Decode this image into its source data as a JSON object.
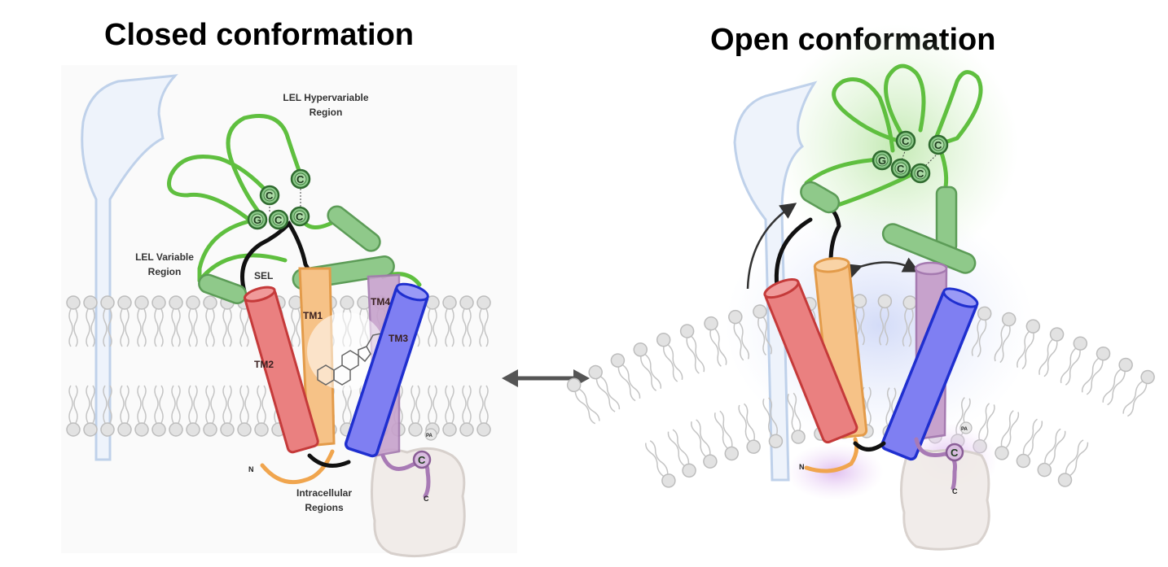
{
  "titles": {
    "closed": "Closed conformation",
    "open": "Open conformation"
  },
  "closed_labels": {
    "lel_hypervariable": [
      "LEL Hypervariable",
      "Region"
    ],
    "lel_variable": [
      "LEL Variable",
      "Region"
    ],
    "sel": "SEL",
    "tm1": "TM1",
    "tm2": "TM2",
    "tm3": "TM3",
    "tm4": "TM4",
    "intracellular": [
      "Intracellular",
      "Regions"
    ],
    "n_terminus": "N",
    "c_terminus": "C",
    "palmitoylation": "PA",
    "cysteine_motif": [
      "C",
      "C",
      "G",
      "C",
      "C"
    ],
    "juxtamembrane_cysteine": "C"
  },
  "open_labels": {
    "n_terminus": "N",
    "c_terminus": "C",
    "palmitoylation": "PA",
    "cysteine_motif": [
      "C",
      "C",
      "G",
      "C",
      "C"
    ],
    "juxtamembrane_cysteine": "C"
  },
  "colors": {
    "tm1": "#f3b36a",
    "tm2": "#e46a6a",
    "tm3": "#6b6cf0",
    "tm4": "#b98bbd",
    "lel": "#5fbf3f",
    "helix_green": "#8fc98a",
    "partner": "#c9d9ef",
    "lipid": "#d9d9d9"
  },
  "arrows": {
    "between_states": "bidirectional"
  }
}
